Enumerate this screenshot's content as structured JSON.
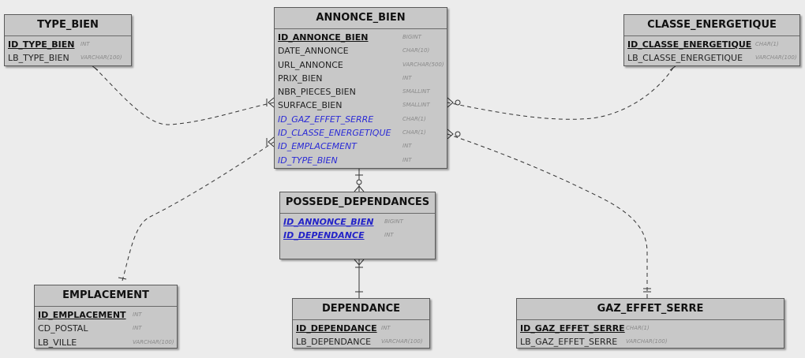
{
  "entities": {
    "type_bien": {
      "title": "TYPE_BIEN",
      "rows": [
        {
          "name": "ID_TYPE_BIEN",
          "type": "INT"
        },
        {
          "name": "LB_TYPE_BIEN",
          "type": "VARCHAR(100)"
        }
      ]
    },
    "annonce_bien": {
      "title": "ANNONCE_BIEN",
      "rows": [
        {
          "name": "ID_ANNONCE_BIEN",
          "type": "BIGINT"
        },
        {
          "name": "DATE_ANNONCE",
          "type": "CHAR(10)"
        },
        {
          "name": "URL_ANNONCE",
          "type": "VARCHAR(500)"
        },
        {
          "name": "PRIX_BIEN",
          "type": "INT"
        },
        {
          "name": "NBR_PIECES_BIEN",
          "type": "SMALLINT"
        },
        {
          "name": "SURFACE_BIEN",
          "type": "SMALLINT"
        },
        {
          "name": "ID_GAZ_EFFET_SERRE",
          "type": "CHAR(1)"
        },
        {
          "name": "ID_CLASSE_ENERGETIQUE",
          "type": "CHAR(1)"
        },
        {
          "name": "ID_EMPLACEMENT",
          "type": "INT"
        },
        {
          "name": "ID_TYPE_BIEN",
          "type": "INT"
        }
      ]
    },
    "classe_energetique": {
      "title": "CLASSE_ENERGETIQUE",
      "rows": [
        {
          "name": "ID_CLASSE_ENERGETIQUE",
          "type": "CHAR(1)"
        },
        {
          "name": "LB_CLASSE_ENERGETIQUE",
          "type": "VARCHAR(100)"
        }
      ]
    },
    "possede_dependances": {
      "title": "POSSEDE_DEPENDANCES",
      "rows": [
        {
          "name": "ID_ANNONCE_BIEN",
          "type": "BIGINT"
        },
        {
          "name": "ID_DEPENDANCE",
          "type": "INT"
        }
      ]
    },
    "emplacement": {
      "title": "EMPLACEMENT",
      "rows": [
        {
          "name": "ID_EMPLACEMENT",
          "type": "INT"
        },
        {
          "name": "CD_POSTAL",
          "type": "INT"
        },
        {
          "name": "LB_VILLE",
          "type": "VARCHAR(100)"
        }
      ]
    },
    "dependance": {
      "title": "DEPENDANCE",
      "rows": [
        {
          "name": "ID_DEPENDANCE",
          "type": "INT"
        },
        {
          "name": "LB_DEPENDANCE",
          "type": "VARCHAR(100)"
        }
      ]
    },
    "gaz_effet_serre": {
      "title": "GAZ_EFFET_SERRE",
      "rows": [
        {
          "name": "ID_GAZ_EFFET_SERRE",
          "type": "CHAR(1)"
        },
        {
          "name": "LB_GAZ_EFFET_SERRE",
          "type": "VARCHAR(100)"
        }
      ]
    }
  },
  "colors": {
    "background": "#ececec",
    "entity_fill": "#c8c8c8",
    "foreign_key": "#2b2bd6",
    "connector": "#333333"
  }
}
